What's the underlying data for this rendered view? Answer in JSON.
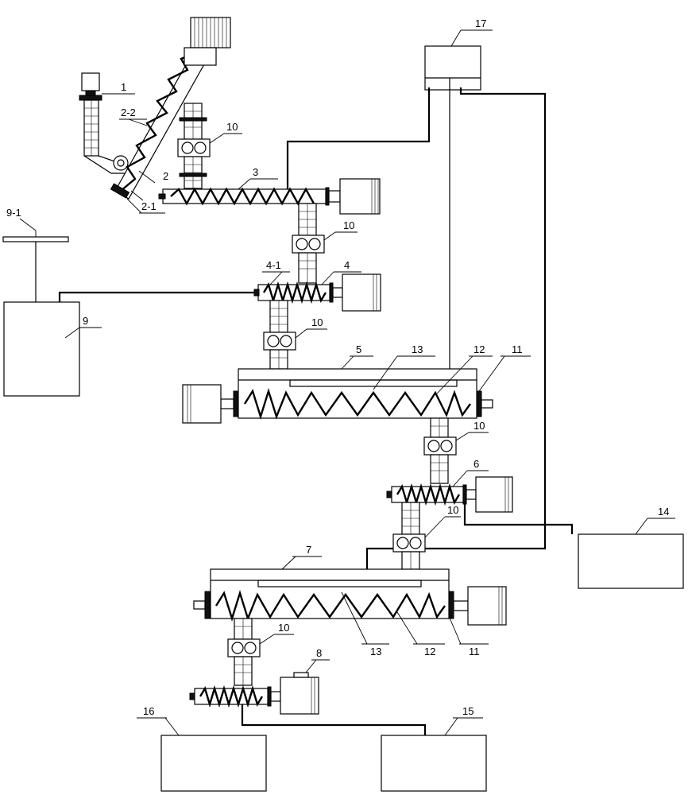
{
  "labels": {
    "l1": "1",
    "l2_2": "2-2",
    "l10a": "10",
    "l2": "2",
    "l3": "3",
    "l2_1": "2-1",
    "l9_1": "9-1",
    "l10b": "10",
    "l4_1": "4-1",
    "l4": "4",
    "l9": "9",
    "l10c": "10",
    "l5": "5",
    "l13a": "13",
    "l12a": "12",
    "l11a": "11",
    "l17": "17",
    "l10d": "10",
    "l6": "6",
    "l10e": "10",
    "l14": "14",
    "l7": "7",
    "l10f": "10",
    "l13b": "13",
    "l12b": "12",
    "l11b": "11",
    "l8": "8",
    "l16": "16",
    "l15": "15"
  }
}
